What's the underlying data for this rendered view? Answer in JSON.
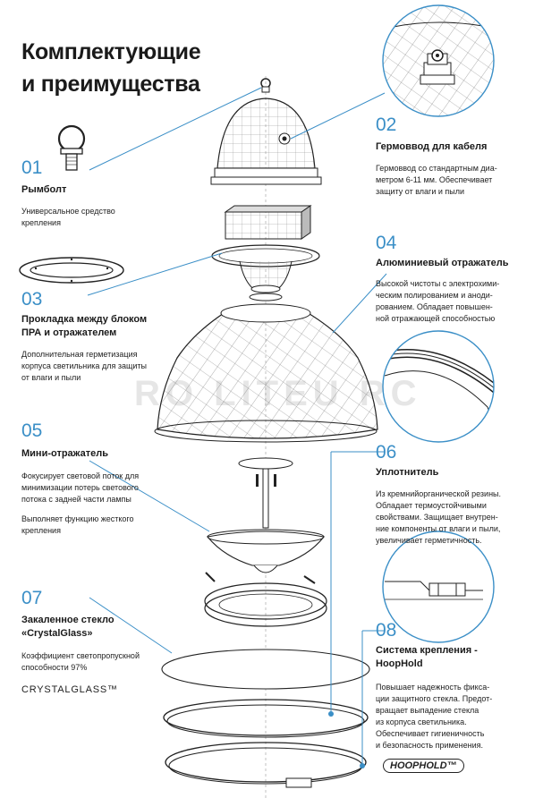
{
  "title_line1": "Комплектующие",
  "title_line2": "и преимущества",
  "watermark": "RO LITEU RC",
  "accent_color": "#3b8fc7",
  "features": [
    {
      "num": "01",
      "title": "Рымболт",
      "text": [
        "Универсальное средство",
        "крепления"
      ]
    },
    {
      "num": "02",
      "title": "Гермоввод для кабеля",
      "text": [
        "Гермоввод со стандартным диа-",
        "метром 6-11 мм. Обеспечивает",
        "защиту от влаги и пыли"
      ]
    },
    {
      "num": "03",
      "title": "Прокладка между блоком",
      "title2": "ПРА и отражателем",
      "text": [
        "Дополнительная герметизация",
        "корпуса светильника для защиты",
        "от влаги и пыли"
      ]
    },
    {
      "num": "04",
      "title": "Алюминиевый отражатель",
      "text": [
        "Высокой чистоты с электрохими-",
        "ческим полированием и аноди-",
        "рованием. Обладает повышен-",
        "ной отражающей способностью"
      ]
    },
    {
      "num": "05",
      "title": "Мини-отражатель",
      "text": [
        "Фокусирует световой поток для",
        "минимизации потерь светового",
        "потока с задней части лампы"
      ],
      "text2": [
        "Выполняет функцию жесткого",
        "крепления"
      ]
    },
    {
      "num": "06",
      "title": "Уплотнитель",
      "text": [
        "Из кремнийорганической резины.",
        "Обладает термоустойчивыми",
        "свойствами. Защищает внутрен-",
        "ние компоненты от влаги и пыли,",
        "увеличивает герметичность."
      ]
    },
    {
      "num": "07",
      "title": "Закаленное стекло",
      "title2": "«CrystalGlass»",
      "text": [
        "Коэффициент светопропускной",
        "способности 97%"
      ],
      "brand": "CRYSTALGLASS™"
    },
    {
      "num": "08",
      "title": "Система крепления -",
      "title2": "HoopHold",
      "text": [
        "Повышает надежность фикса-",
        "ции защитного стекла. Предот-",
        "вращает выпадение стекла",
        "из корпуса светильника.",
        "Обеспечивает гигиеничность",
        "и безопасность применения."
      ],
      "brand": "HOOPHOLD™"
    }
  ]
}
